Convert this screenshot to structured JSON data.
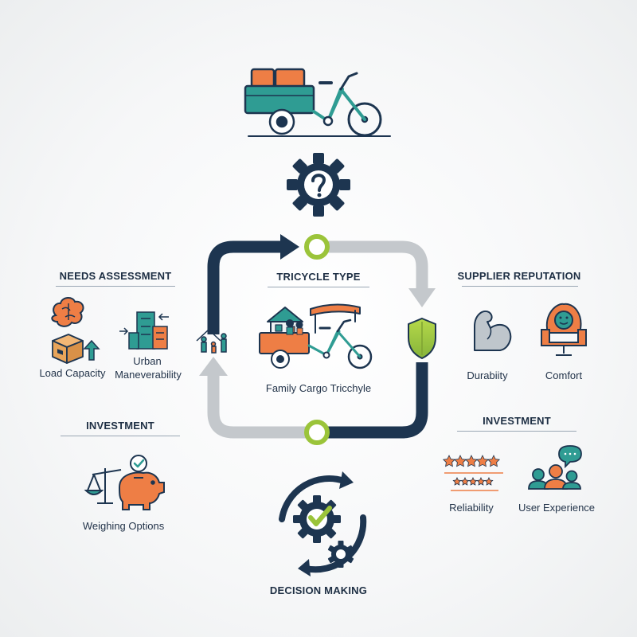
{
  "center": {
    "heading": "TRICYCLE TYPE",
    "caption": "Family Cargo Tricchyle"
  },
  "left_top": {
    "heading": "NEEDS ASSESSMENT",
    "item_1": "Load Capacity",
    "item_2_line_1": "Urban",
    "item_2_line_2": "Maneverability"
  },
  "left_bottom": {
    "heading": "INVESTMENT",
    "item_1": "Weighing Options"
  },
  "right_top": {
    "heading": "SUPPLIER REPUTATION",
    "item_1": "Durabiity",
    "item_2": "Comfort"
  },
  "right_bottom": {
    "heading": "INVESTMENT",
    "item_1": "Reliability",
    "item_2": "User Experience"
  },
  "bottom": {
    "heading": "DECISION MAKING"
  },
  "icons": {
    "top": "cargo-tricycle-icon",
    "question": "question-gear-icon",
    "center": "family-tricycle-icon",
    "shield": "shield-icon",
    "decision": "decision-cycle-icon"
  },
  "colors": {
    "navy": "#1d3550",
    "teal": "#2f9c93",
    "orange": "#ee7e45",
    "lime": "#9bc43a",
    "gray": "#c4c8cc"
  }
}
